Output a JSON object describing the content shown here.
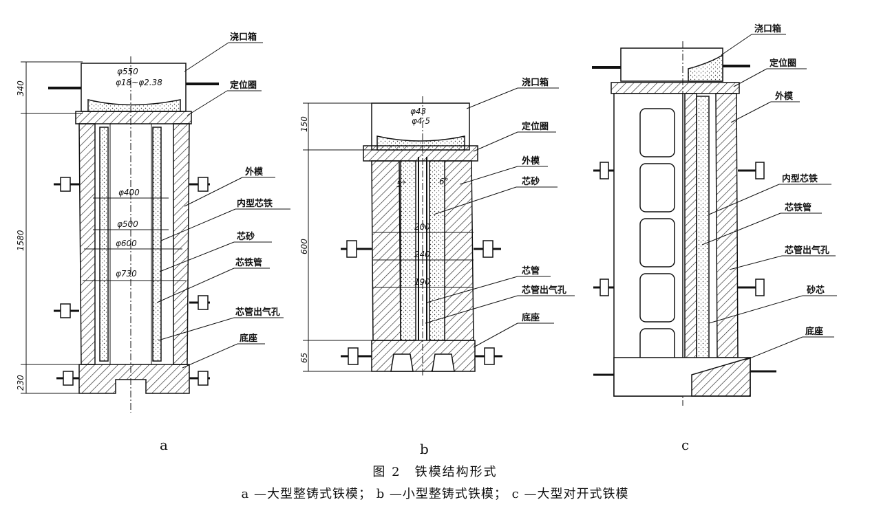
{
  "figure": {
    "title": "图 2　铁模结构形式",
    "subcaption": "a —大型整铸式铁模；  b —小型整铸式铁模；  c —大型对开式铁模"
  },
  "panels": {
    "a": {
      "tag": "a",
      "labels": [
        "浇口箱",
        "定位圈",
        "外模",
        "内型芯铁",
        "芯砂",
        "芯铁管",
        "芯管出气孔",
        "底座"
      ],
      "dims": [
        "φ550",
        "φ18~φ2.38",
        "φ400",
        "φ500",
        "φ600",
        "φ730",
        "340",
        "1580",
        "230"
      ]
    },
    "b": {
      "tag": "b",
      "labels": [
        "浇口箱",
        "定位圈",
        "外模",
        "芯砂",
        "芯管",
        "芯管出气孔",
        "底座"
      ],
      "dims": [
        "φ43",
        "φ4·5",
        "5°",
        "6°",
        "200",
        "240",
        "190",
        "150",
        "600",
        "65"
      ]
    },
    "c": {
      "tag": "c",
      "labels": [
        "浇口箱",
        "定位圈",
        "外模",
        "内型芯铁",
        "芯铁管",
        "芯管出气孔",
        "砂芯",
        "底座"
      ]
    }
  }
}
